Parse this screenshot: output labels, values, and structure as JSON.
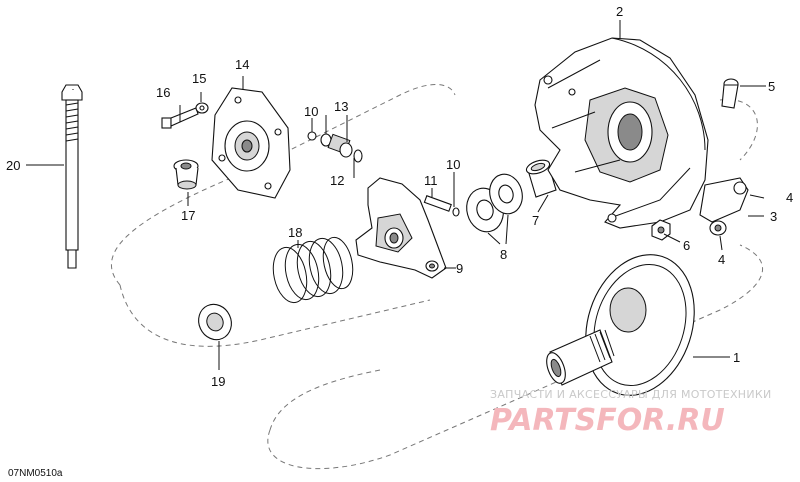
{
  "callouts": {
    "c1": "1",
    "c2": "2",
    "c3": "3",
    "c4a": "4",
    "c4b": "4",
    "c5": "5",
    "c6": "6",
    "c7": "7",
    "c8": "8",
    "c9": "9",
    "c10a": "10",
    "c10b": "10",
    "c11": "11",
    "c12": "12",
    "c13": "13",
    "c14": "14",
    "c15": "15",
    "c16": "16",
    "c17": "17",
    "c18": "18",
    "c19": "19",
    "c20": "20"
  },
  "figure_ref": "07NM0510a",
  "watermark": {
    "tagline": "ЗАПЧАСТИ И АКСЕССУАРЫ ДЛЯ МОТОТЕХНИКИ",
    "brand": "PARTSFOR.RU"
  },
  "colors": {
    "line": "#111111",
    "shade": "#d6d6d6",
    "watermark_brand": "#f4b7bc",
    "watermark_text": "#c9c9c9"
  }
}
